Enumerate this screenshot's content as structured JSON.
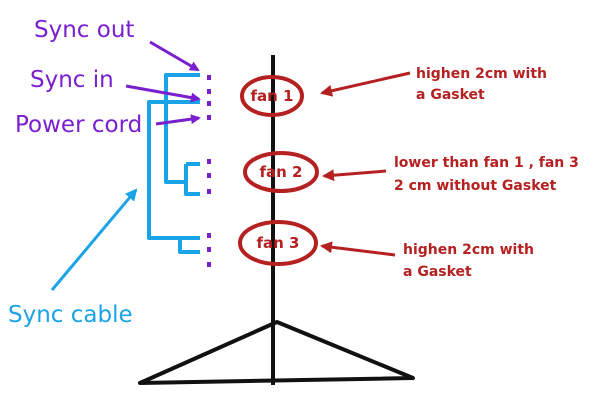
{
  "labels": {
    "sync_out": "Sync out",
    "sync_in": "Sync in",
    "power_cord": "Power cord",
    "sync_cable": "Sync cable"
  },
  "fans": [
    {
      "label": "fan 1",
      "note_line1": "highen 2cm with",
      "note_line2": "a Gasket"
    },
    {
      "label": "fan 2",
      "note_line1": "lower than fan 1 , fan 3",
      "note_line2": "2 cm without Gasket"
    },
    {
      "label": "fan 3",
      "note_line1": "highen 2cm with",
      "note_line2": "a Gasket"
    }
  ],
  "colors": {
    "purple": "#7a1fd0",
    "cyan": "#1aa3e6",
    "red": "#b52020",
    "black": "#111111"
  }
}
